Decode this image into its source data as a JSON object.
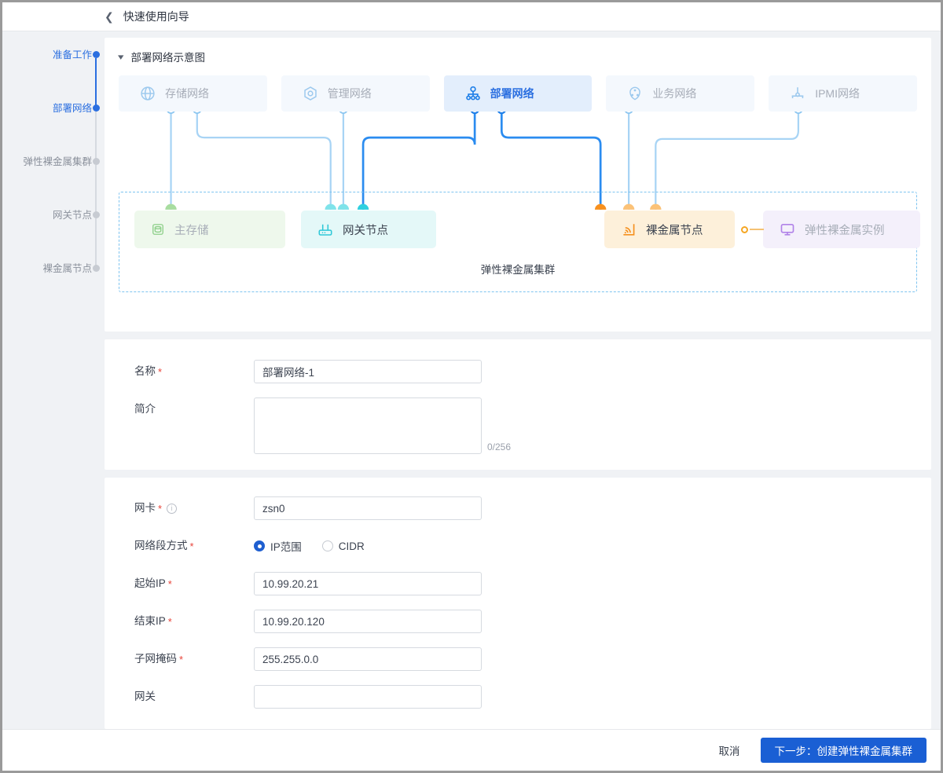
{
  "header": {
    "back_icon": "chevron-left-icon",
    "title": "快速使用向导"
  },
  "steps": [
    {
      "label": "准备工作",
      "state": "done"
    },
    {
      "label": "部署网络",
      "state": "active"
    },
    {
      "label": "弹性裸金属集群",
      "state": "pending"
    },
    {
      "label": "网关节点",
      "state": "pending"
    },
    {
      "label": "裸金属节点",
      "state": "pending"
    }
  ],
  "diagram": {
    "title": "部署网络示意图",
    "caret_icon": "chevron-down-icon",
    "networks": [
      {
        "label": "存储网络",
        "icon": "globe-icon",
        "active": false
      },
      {
        "label": "管理网络",
        "icon": "hexagon-target-icon",
        "active": false
      },
      {
        "label": "部署网络",
        "icon": "sitemap-icon",
        "active": true
      },
      {
        "label": "业务网络",
        "icon": "cloud-nodes-icon",
        "active": false
      },
      {
        "label": "IPMI网络",
        "icon": "ipmi-icon",
        "active": false
      }
    ],
    "nodes": [
      {
        "label": "主存储",
        "icon": "database-icon",
        "color": "#8ed08a"
      },
      {
        "label": "网关节点",
        "icon": "router-icon",
        "color": "#3ecfdd"
      },
      {
        "label": "裸金属节点",
        "icon": "signal-square-icon",
        "color": "#f5901e"
      },
      {
        "label": "弹性裸金属实例",
        "icon": "monitor-icon",
        "color": "#a97ce0"
      }
    ],
    "cluster_caption": "弹性裸金属集群"
  },
  "form_basic": {
    "name": {
      "label": "名称",
      "required": true,
      "value": "部署网络-1",
      "placeholder": ""
    },
    "description": {
      "label": "简介",
      "required": false,
      "value": "",
      "placeholder": "",
      "counter": "0/256"
    }
  },
  "form_network": {
    "nic": {
      "label": "网卡",
      "required": true,
      "has_info": true,
      "info_icon": "info-circle-icon",
      "value": "zsn0",
      "placeholder": ""
    },
    "segment_mode": {
      "label": "网络段方式",
      "required": true,
      "options": [
        {
          "label": "IP范围",
          "checked": true
        },
        {
          "label": "CIDR",
          "checked": false
        }
      ]
    },
    "start_ip": {
      "label": "起始IP",
      "required": true,
      "value": "10.99.20.21",
      "placeholder": ""
    },
    "end_ip": {
      "label": "结束IP",
      "required": true,
      "value": "10.99.20.120",
      "placeholder": ""
    },
    "netmask": {
      "label": "子网掩码",
      "required": true,
      "value": "255.255.0.0",
      "placeholder": ""
    },
    "gateway": {
      "label": "网关",
      "required": false,
      "value": "",
      "placeholder": ""
    }
  },
  "footer": {
    "cancel_label": "取消",
    "next_label": "下一步：创建弹性裸金属集群",
    "primary_color": "#1a5fd4"
  }
}
